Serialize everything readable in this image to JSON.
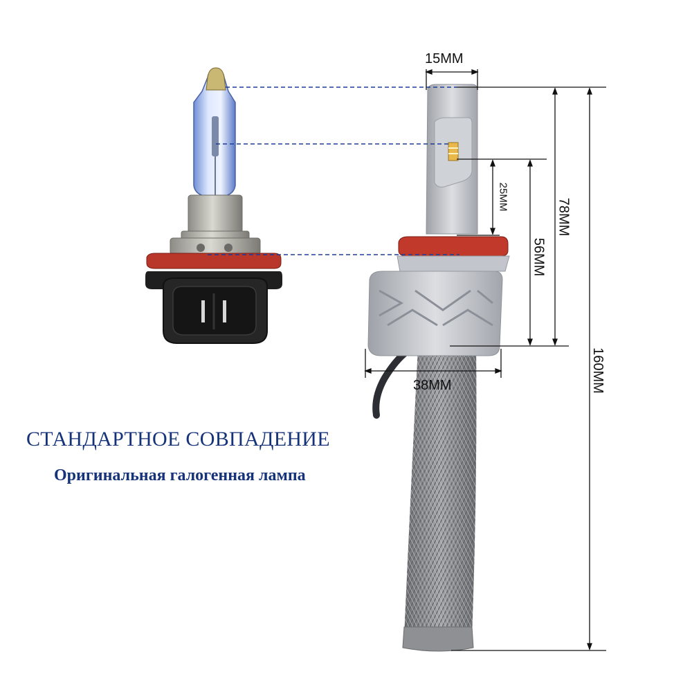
{
  "headline": "СТАНДАРТНОЕ СОВПАДЕНИЕ",
  "subline": "Оригинальная галогенная лампа",
  "dimensions": {
    "top_width": "15MM",
    "bottom_width": "38MM",
    "led_to_collar": "25MM",
    "led_to_base": "56MM",
    "top_to_base": "78MM",
    "total_length": "160MM"
  },
  "colors": {
    "text_blue": "#16337a",
    "guide_blue": "#1e3c96",
    "collar_red": "#c0392b",
    "housing_silver": "#b9bcc2",
    "braid_gray": "#7d7f82"
  },
  "images": {
    "halogen": "h11-halogen-bulb-illustration",
    "led": "h11-led-bulb-illustration"
  }
}
